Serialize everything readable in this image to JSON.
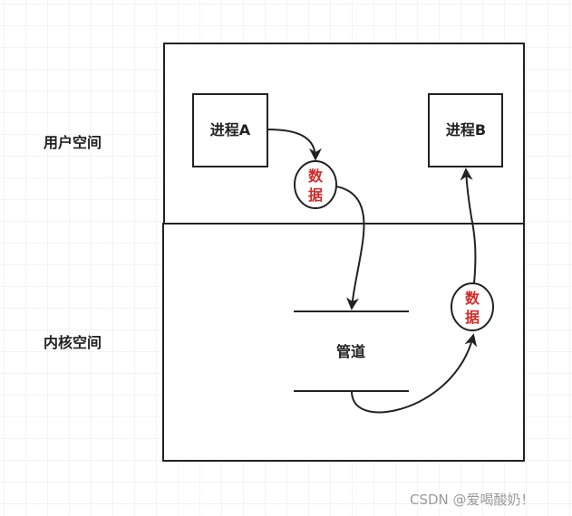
{
  "regions": {
    "user_space": "用户空间",
    "kernel_space": "内核空间"
  },
  "processes": {
    "a": "进程A",
    "b": "进程B"
  },
  "data_badges": {
    "top": [
      "数",
      "据"
    ],
    "bottom": [
      "数",
      "据"
    ]
  },
  "pipe": {
    "label": "管道"
  },
  "watermark": "CSDN @爱喝酸奶！",
  "colors": {
    "grid": "#e8e8e8",
    "stroke": "#222222",
    "data_text": "#d42a2a",
    "watermark": "#9a9a9a"
  }
}
